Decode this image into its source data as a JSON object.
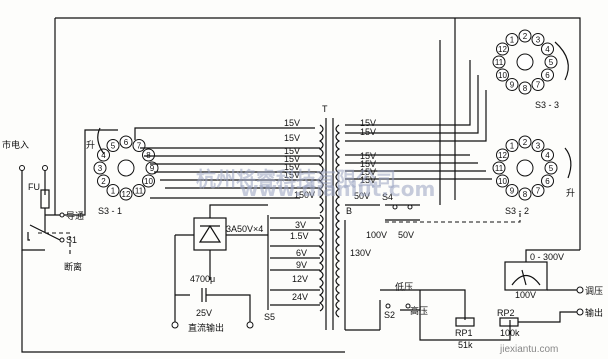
{
  "labels": {
    "mains": "市电入",
    "fuse": "FU",
    "power_on": "导通",
    "s1": "S1",
    "disconnect": "断离",
    "s3_1": "S3 - 1",
    "s3_2": "S3 - 2",
    "s3_3": "S3 - 3",
    "transformer": "T",
    "rectifier": "3A50V×4",
    "capacitor": "4700μ",
    "cap_voltage": "25V",
    "dc_output": "直流输出",
    "s5": "S5",
    "s4": "S4",
    "b_label": "B",
    "s2": "S2",
    "low_v": "低压",
    "high_v": "高压",
    "rp1": "RP1",
    "rp1_value": "51k",
    "rp2": "RP2",
    "rp2_value": "100k",
    "meter_range": "0 - 300V",
    "meter_unit": "100V",
    "adjust": "调压",
    "output": "输出",
    "rotate_left": "升",
    "rotate_right": "升",
    "v50": "50V",
    "v100": "100V",
    "v50b": "50V",
    "v130": "130V",
    "v150": "150V",
    "watermark": "杭州将睿科技有限公司",
    "watermark_url": "www.dianlut.com",
    "footer_logo": "jiexiantu",
    "footer_url": "jiexiantu.com"
  },
  "voltages_top": [
    "15V",
    "15V",
    "15V",
    "15V",
    "15V",
    "15V"
  ],
  "voltages_mid": [
    "15V",
    "15V",
    "15V",
    "15V",
    "15V",
    "15V"
  ],
  "taps_low": [
    "3V",
    "1.5V",
    "6V",
    "9V",
    "12V",
    "24V"
  ],
  "switch_pins": [
    "1",
    "2",
    "3",
    "4",
    "5",
    "6",
    "7",
    "8",
    "9",
    "10",
    "11",
    "12"
  ]
}
